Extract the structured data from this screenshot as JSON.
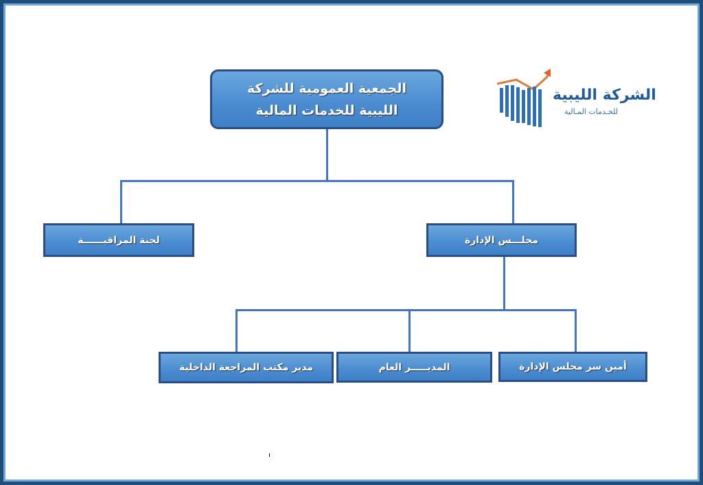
{
  "top": {
    "line1": "الجمعية العمومية للشركة",
    "line2": "الليبية للخدمات المالية"
  },
  "level2": {
    "audit": "لجنة المراقبــــــة",
    "board": "مجلـــس الإدارة"
  },
  "level3": {
    "internal_audit": "مدير مكتب المراجعة الداخلية",
    "gm": "المديـــــر العام",
    "secretary": "أمين سر مجلس الإدارة"
  },
  "logo": {
    "name": "الشركة الليبية",
    "tagline": "للخـدمات المـالية"
  },
  "colors": {
    "line": "#4472c4",
    "box": "#4a8bd0",
    "frame": "#1f4e79",
    "arrow": "#e0622a"
  }
}
